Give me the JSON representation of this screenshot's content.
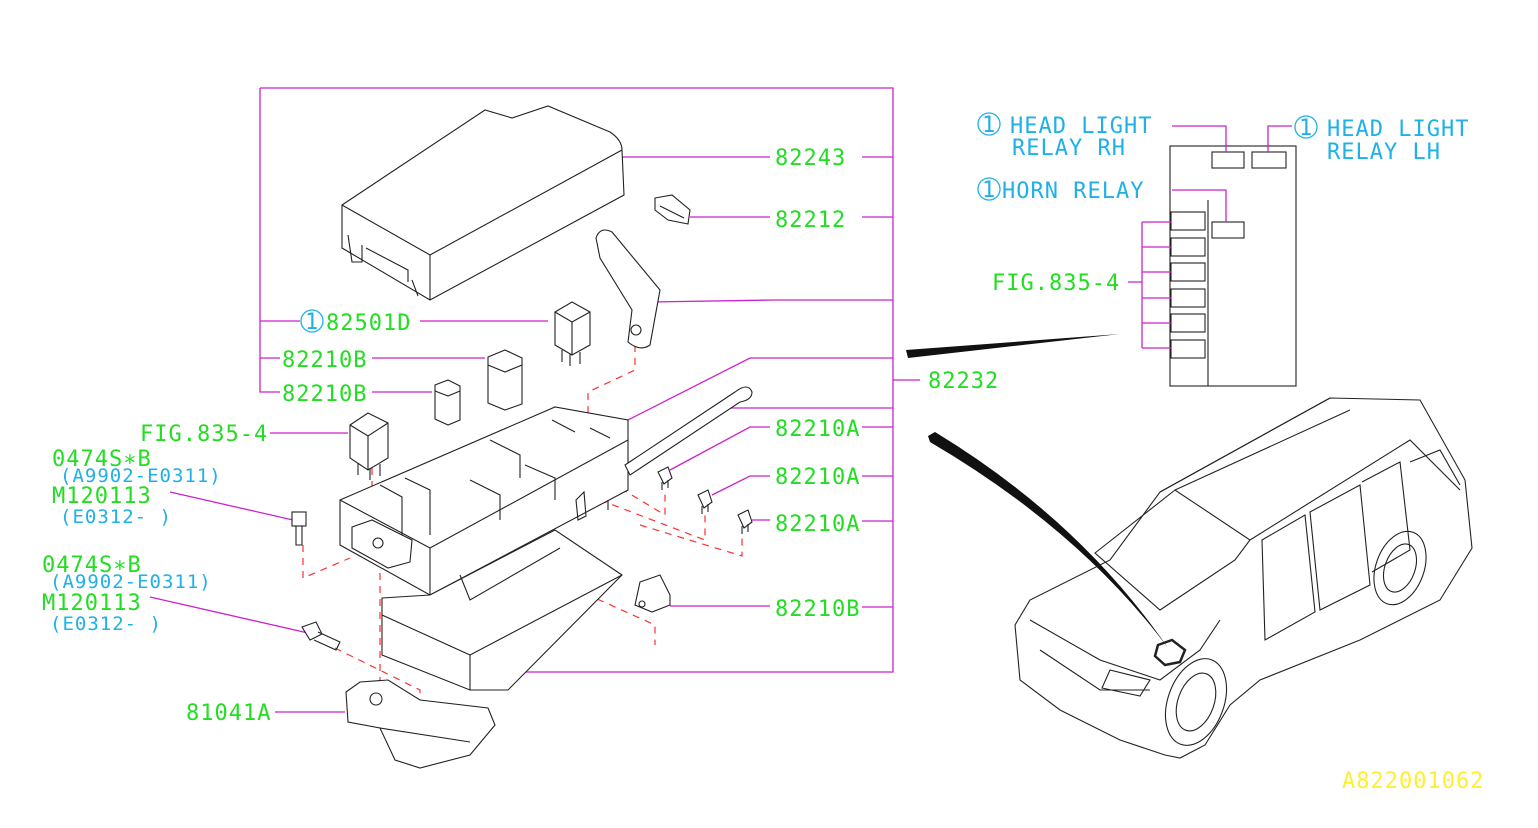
{
  "callouts": {
    "p82243": "82243",
    "p82212": "82212",
    "p82501d": "82501D",
    "p82210b_1": "82210B",
    "p82210b_2": "82210B",
    "fig835_left": "FIG.835-4",
    "p82232": "82232",
    "p82210a_1": "82210A",
    "p82210a_2": "82210A",
    "p82210a_3": "82210A",
    "p82210b_3": "82210B",
    "p81041a": "81041A",
    "bolt1_part": "0474S∗B",
    "bolt1_range": "(A9902-E0311)",
    "bolt1_alt": "M120113",
    "bolt1_alt_range": "(E0312-  )",
    "bolt2_part": "0474S∗B",
    "bolt2_range": "(A9902-E0311)",
    "bolt2_alt": "M120113",
    "bolt2_alt_range": "(E0312-  )"
  },
  "relay_box": {
    "circle_number": "1",
    "head_light_rh_line1": "HEAD LIGHT",
    "head_light_rh_line2": "RELAY RH",
    "head_light_lh_line1": "HEAD LIGHT",
    "head_light_lh_line2": "RELAY LH",
    "horn_relay": "HORN RELAY",
    "fig835_right": "FIG.835-4"
  },
  "figure_id": "A822001062",
  "colors": {
    "part_label": "#22dd22",
    "note_label": "#1fb0e8",
    "leader_line": "#cc22cc",
    "dashed_line": "#ff3030",
    "figure_id": "#ffee33"
  }
}
